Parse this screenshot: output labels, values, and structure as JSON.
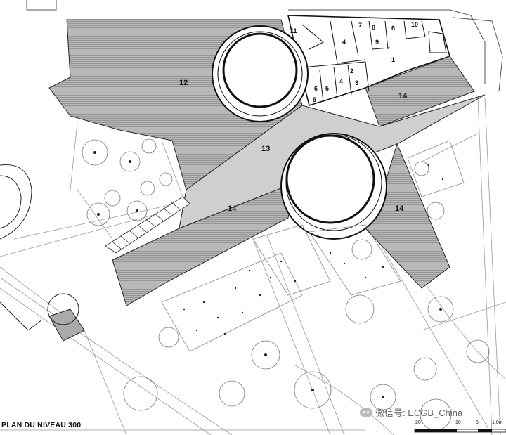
{
  "title": "PLAN DU NIVEAU 300",
  "watermark": "微信号: ECGB_China",
  "scale_bar": {
    "labels": [
      "20",
      "10",
      "5",
      "1.0m"
    ]
  },
  "zones": {
    "z12": "12",
    "z13": "13",
    "z14a": "14",
    "z14b": "14",
    "z14c": "14"
  },
  "rooms": {
    "r1": "1",
    "r2": "2",
    "r3": "3",
    "r4a": "4",
    "r4b": "4",
    "r5a": "5",
    "r5b": "5",
    "r6a": "6",
    "r6b": "6",
    "r7": "7",
    "r8": "8",
    "r9": "9",
    "r10": "10",
    "r11": "11"
  },
  "colors": {
    "hatch": "#9a9a9a",
    "ink": "#111111",
    "light": "#999999"
  }
}
